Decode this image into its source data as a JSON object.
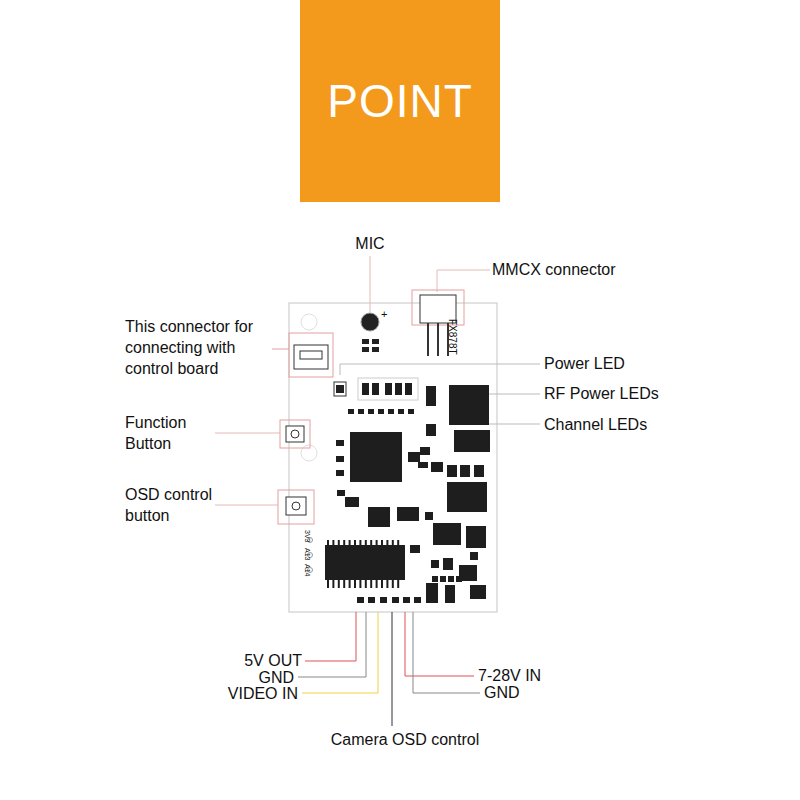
{
  "diagram": {
    "title": "POINT",
    "labels": [
      "MIC",
      "MMCX connector",
      "This connector for connecting with control board",
      "Function Button",
      "OSD control button",
      "Power LED",
      "RF Power LEDs",
      "Channel LEDs",
      "5V OUT",
      "GND",
      "VIDEO IN",
      "7-28V IN",
      "GND",
      "Camera OSD control",
      "FX878T",
      "+",
      "3V3",
      "A13",
      "A14"
    ]
  }
}
